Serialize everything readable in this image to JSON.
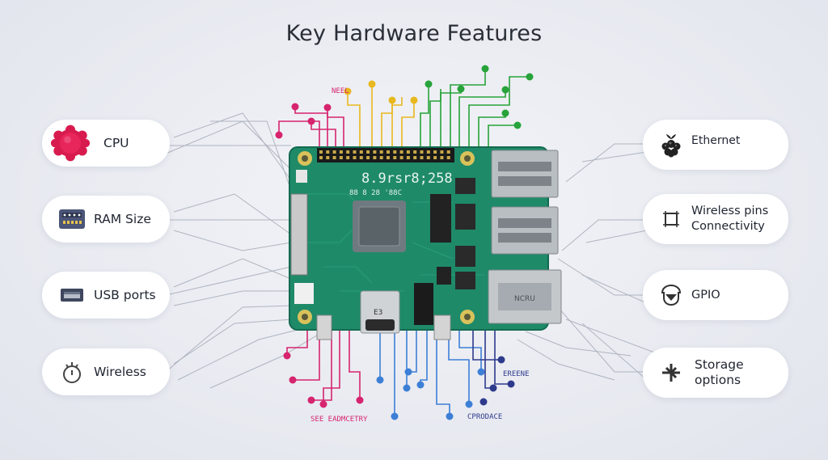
{
  "title": "Key Hardware Features",
  "left_features": [
    {
      "label": "CPU",
      "icon": "cpu-chip-icon",
      "color": "#d81b4f"
    },
    {
      "label": "RAM Size",
      "icon": "ram-module-icon"
    },
    {
      "label": "USB ports",
      "icon": "usb-port-icon"
    },
    {
      "label": "Wireless",
      "icon": "wireless-icon"
    }
  ],
  "right_features": [
    {
      "label": "Ethernet",
      "icon": "raspberry-icon"
    },
    {
      "label": "Wireless pins\nConnectivity",
      "icon": "connectivity-icon"
    },
    {
      "label": "GPIO",
      "icon": "gpio-icon"
    },
    {
      "label": "Storage\noptions",
      "icon": "storage-icon"
    }
  ],
  "board": {
    "silkscreen_top": "8.9rsr8;258",
    "silkscreen_sub": "88 8 28 '88C",
    "hdmi_label": "E3",
    "eth_label": "NCRU"
  },
  "tags": {
    "top": "NEEL",
    "bottom_left": "SEE EADMCETRY",
    "bottom_right": "CPRODACE",
    "bottom_right_top": "EREENE"
  },
  "colors": {
    "board": "#1e8a68",
    "magenta": "#d6246e",
    "yellow": "#e8b820",
    "green": "#27a33a",
    "blue": "#3d7fd6",
    "navy": "#2d3a8c",
    "line_gray": "#8f97a6"
  }
}
